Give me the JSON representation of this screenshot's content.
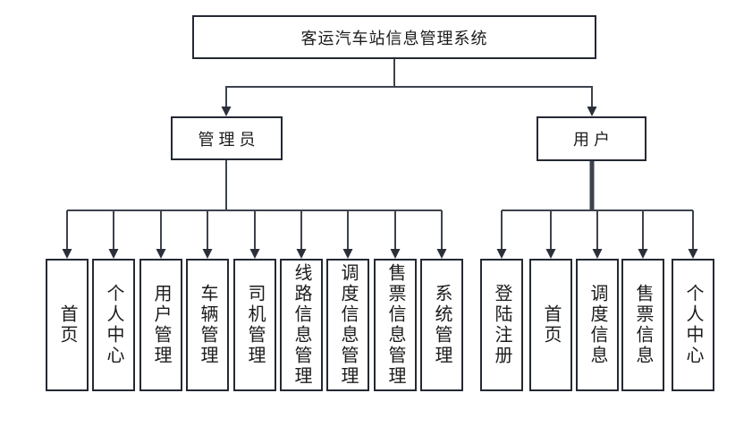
{
  "diagram": {
    "root": {
      "label": "客运汽车站信息管理系统"
    },
    "branches": [
      {
        "label": "管理员",
        "children": [
          "首页",
          "个人中心",
          "用户管理",
          "车辆管理",
          "司机管理",
          "线路信息管理",
          "调度信息管理",
          "售票信息管理",
          "系统管理"
        ]
      },
      {
        "label": "用户",
        "children": [
          "登陆注册",
          "首页",
          "调度信息",
          "售票信息",
          "个人中心"
        ]
      }
    ]
  },
  "colors": {
    "background": "#ffffff",
    "box_border": "#242933",
    "connector_line": "#3d434d",
    "arrowhead": "#2a2f38",
    "text": "#1c1c1c"
  }
}
